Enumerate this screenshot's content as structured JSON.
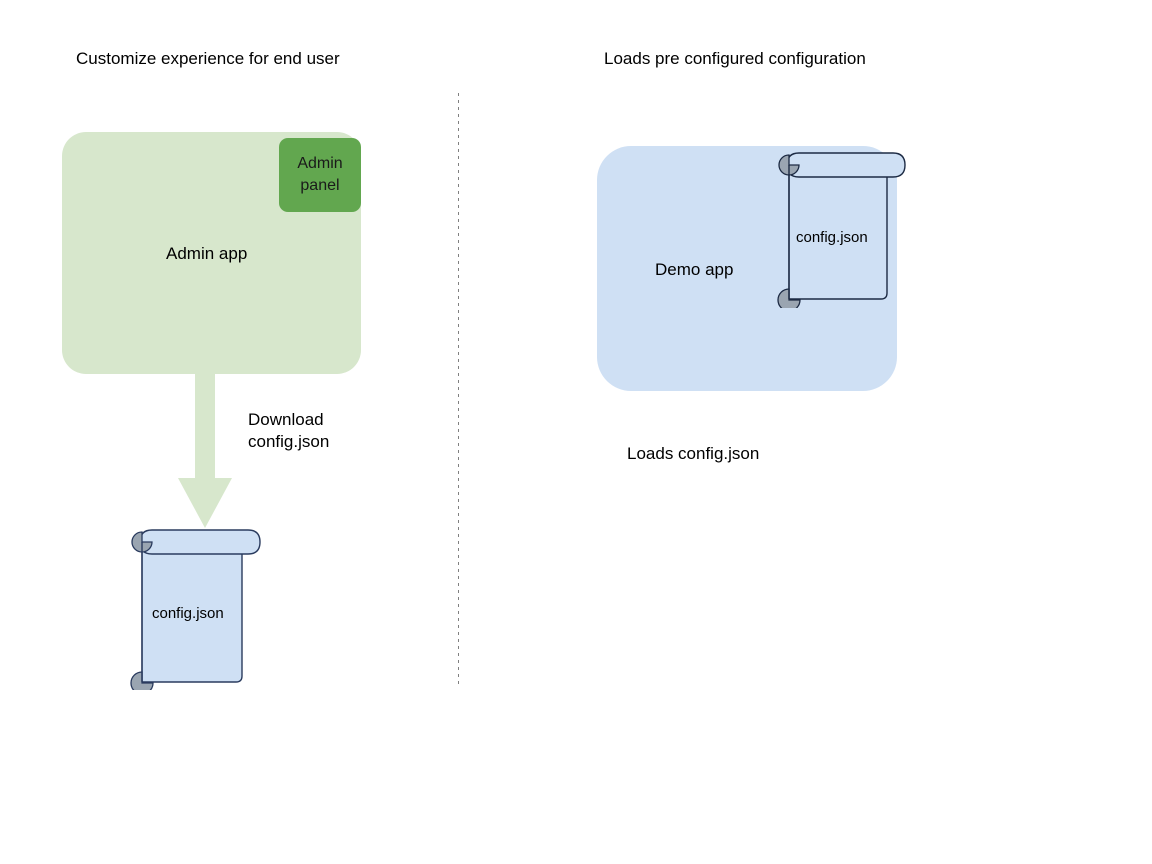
{
  "diagram": {
    "title_left": "Customize experience for end user",
    "title_right": "Loads pre configured configuration",
    "divider": "dotted-vertical-divider"
  },
  "left_flow": {
    "app_box": {
      "label": "Admin app",
      "fill_color": "#d7e7cc"
    },
    "admin_panel": {
      "line1": "Admin",
      "line2": "panel",
      "fill_color": "#62a74f"
    },
    "arrow": {
      "label_line1": "Download",
      "label_line2": "config.json",
      "color": "#d7e7cc",
      "direction": "down"
    },
    "document": {
      "label": "config.json",
      "fill_color": "#cfe0f4",
      "stroke_color": "#2a3b5e",
      "roll_color": "#9aa5b1"
    }
  },
  "right_flow": {
    "app_box": {
      "label": "Demo app",
      "fill_color": "#cfe0f4"
    },
    "document": {
      "label": "config.json",
      "fill_color": "#cfe0f4",
      "stroke_color": "#1d2b44",
      "roll_color": "#9aa5b1"
    },
    "caption": "Loads config.json"
  }
}
